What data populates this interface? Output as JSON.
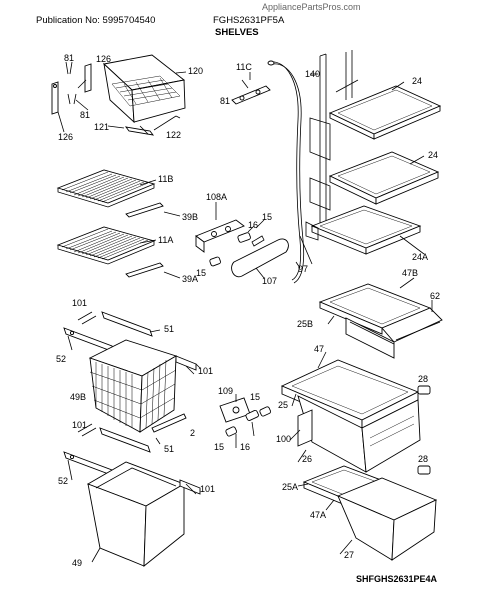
{
  "header": {
    "site": "AppliancePartsPros.com",
    "publication": "Publication No: 5995704540",
    "model": "FGHS2631PF5A",
    "section": "SHELVES"
  },
  "footer": {
    "diagram_code": "SHFGHS2631PE4A"
  },
  "callouts": {
    "p81a": "81",
    "p126a": "126",
    "p120": "120",
    "p81b": "81",
    "p126b": "126",
    "p121": "121",
    "p122": "122",
    "p11c": "11C",
    "p81c": "81",
    "p140": "140",
    "p24a": "24",
    "p24b": "24",
    "p11b": "11B",
    "p39b": "39B",
    "p108a": "108A",
    "p15a": "15",
    "p16a": "16",
    "p24c": "24A",
    "p11a": "11A",
    "p15b": "15",
    "p107": "107",
    "p97": "97",
    "p39a": "39A",
    "p47b": "47B",
    "p62": "62",
    "p101a": "101",
    "p51a": "51",
    "p25b": "25B",
    "p52a": "52",
    "p101b": "101",
    "p47": "47",
    "p28a": "28",
    "p49b": "49B",
    "p109": "109",
    "p15c": "15",
    "p25": "25",
    "p2": "2",
    "p16b": "16",
    "p100": "100",
    "p15d": "15",
    "p101c": "101",
    "p26": "26",
    "p28b": "28",
    "p51b": "51",
    "p25a": "25A",
    "p52b": "52",
    "p101d": "101",
    "p47a": "47A",
    "p49": "49",
    "p27": "27"
  }
}
